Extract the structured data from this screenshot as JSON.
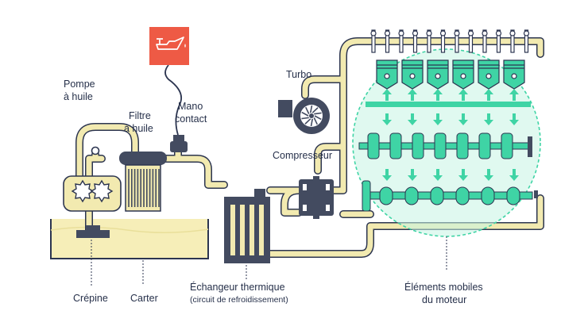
{
  "labels": {
    "pompe": [
      "Pompe",
      "à huile"
    ],
    "filtre": [
      "Filtre",
      "à huile"
    ],
    "mano": [
      "Mano",
      "contact"
    ],
    "turbo": "Turbo",
    "compresseur": "Compresseur",
    "echangeur": "Échangeur thermique",
    "echangeur_sub": "(circuit de refroidissement)",
    "crepine": "Crépine",
    "carter": "Carter",
    "elements": [
      "Éléments mobiles",
      "du moteur"
    ]
  },
  "colors": {
    "oil_line": "#f2eab0",
    "oil_line_edge": "#2c3550",
    "oil_fill": "#f6eeb8",
    "component_dark": "#434b60",
    "engine_green": "#3fd4a5",
    "engine_circle": "#c6f4e3",
    "warning_red": "#ee5a45",
    "text": "#26304a"
  },
  "icons": {
    "warning": "oil-can-icon",
    "turbo": "turbo-icon",
    "compressor": "compressor-icon"
  }
}
